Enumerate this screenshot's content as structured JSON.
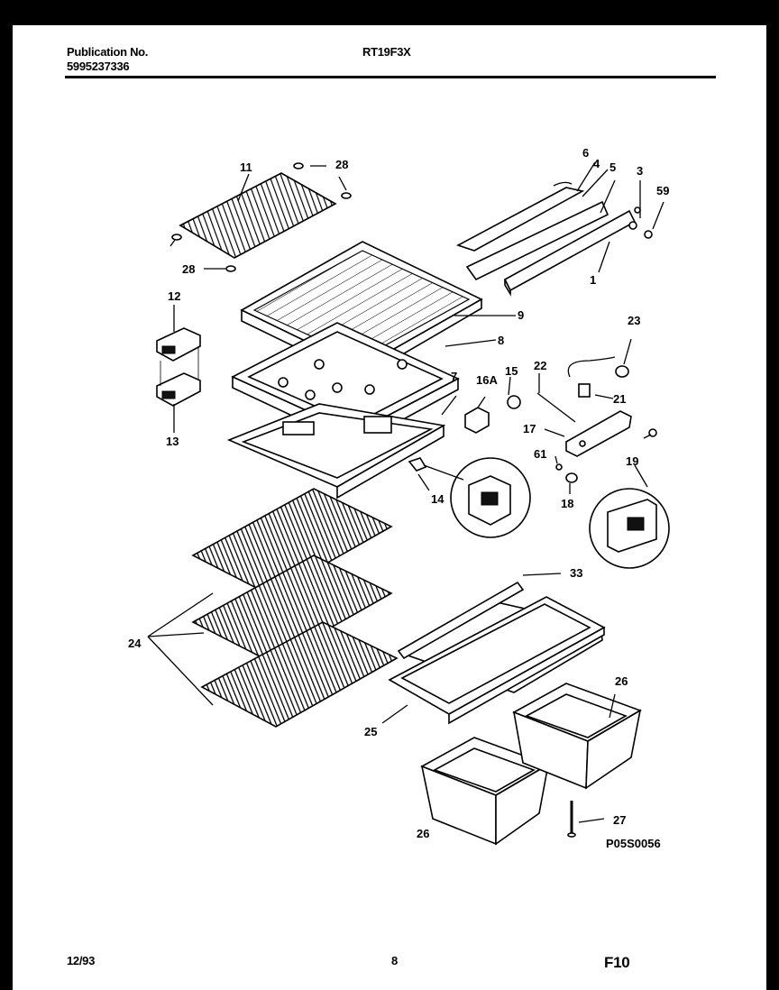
{
  "header": {
    "pub_label": "Publication No.",
    "pub_number": "5995237336",
    "model": "RT19F3X"
  },
  "footer": {
    "date": "12/93",
    "page": "8",
    "figure": "F10"
  },
  "diagram_code": "P05S0056",
  "callouts": {
    "c1": "1",
    "c3": "3",
    "c4": "4",
    "c5": "5",
    "c6": "6",
    "c7": "7",
    "c8": "8",
    "c9": "9",
    "c11": "11",
    "c12": "12",
    "c13": "13",
    "c14": "14",
    "c15": "15",
    "c16a": "16A",
    "c17": "17",
    "c18": "18",
    "c19": "19",
    "c21": "21",
    "c22": "22",
    "c23": "23",
    "c24": "24",
    "c25": "25",
    "c26a": "26",
    "c26b": "26",
    "c27": "27",
    "c28a": "28",
    "c28b": "28",
    "c33": "33",
    "c59": "59",
    "c61": "61"
  }
}
